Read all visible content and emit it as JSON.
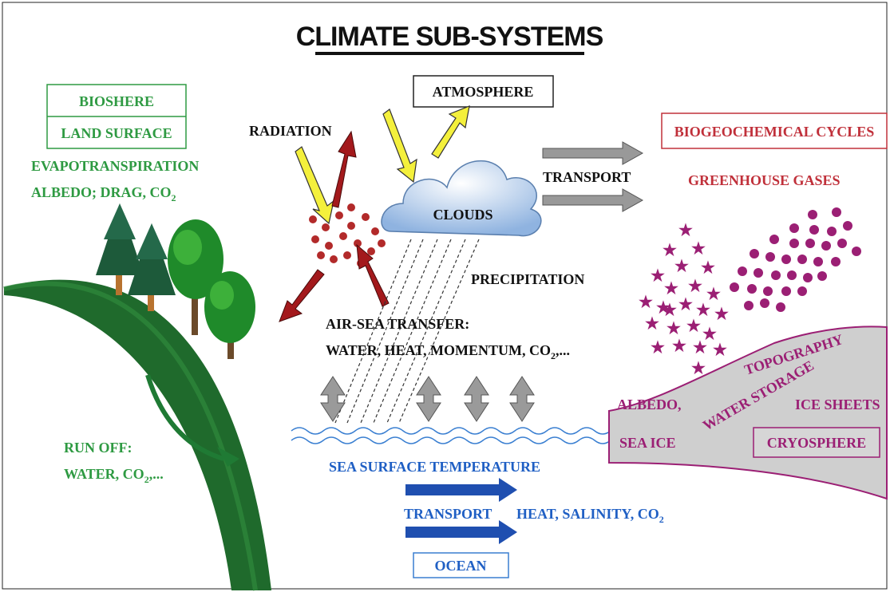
{
  "title": "CLIMATE SUB-SYSTEMS",
  "colors": {
    "green": "#2e8b3e",
    "dark_green": "#1f5f2b",
    "red": "#c0303a",
    "dark_red": "#9b1b1b",
    "blue": "#1f5fc4",
    "purple": "#a01e7a",
    "black": "#111111",
    "gray": "#9a9a9a",
    "yellow": "#f4f03c"
  },
  "land": {
    "box_top": "BIOSHERE",
    "box_bottom": "LAND SURFACE",
    "evapotranspiration": "EVAPOTRANSPIRATION",
    "albedo_drag_co2": "ALBEDO; DRAG, CO",
    "albedo_drag_co2_sub": "2",
    "run_off": "RUN OFF:",
    "water_co2": "WATER, CO",
    "water_co2_sub": "2",
    "water_co2_tail": ",..."
  },
  "atmosphere": {
    "box": "ATMOSPHERE",
    "radiation": "RADIATION",
    "clouds": "CLOUDS",
    "transport": "TRANSPORT",
    "precipitation": "PRECIPITATION",
    "air_sea_transfer": "AIR-SEA TRANSFER:",
    "water_heat_momentum": "WATER, HEAT, MOMENTUM, CO",
    "water_heat_momentum_sub": "2",
    "water_heat_momentum_tail": ",..."
  },
  "biogeo": {
    "box": "BIOGEOCHEMICAL CYCLES",
    "greenhouse_gases": "GREENHOUSE GASES"
  },
  "cryo": {
    "topography": "TOPOGRAPHY",
    "water_storage": "WATER STORAGE",
    "albedo": "ALBEDO,",
    "sea_ice": "SEA ICE",
    "ice_sheets": "ICE SHEETS",
    "box": "CRYOSPHERE"
  },
  "ocean": {
    "sst": "SEA SURFACE TEMPERATURE",
    "transport": "TRANSPORT",
    "heat_salinity_co2": "HEAT, SALINITY, CO",
    "heat_salinity_co2_sub": "2",
    "box": "OCEAN"
  }
}
